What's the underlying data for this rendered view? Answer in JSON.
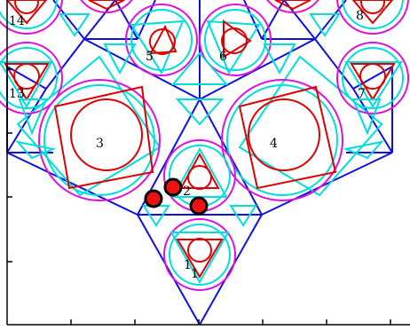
{
  "colors": {
    "triangle_edges": "#1010dd",
    "outer_circles": "#dd10dd",
    "inner_shapes_cyan": "#00dddd",
    "red_shapes": "#dd0000",
    "points_fill": "#ee1111",
    "points_stroke": "#000000",
    "axis": "#000000"
  },
  "labels": {
    "l1": "1",
    "l1b": "1",
    "l2": "2",
    "l3": "3",
    "l4": "4",
    "l5": "5",
    "l6": "6",
    "l7": "7",
    "l8": "8",
    "l13": "13",
    "l14": "14"
  },
  "highlighted_points_count": 3
}
